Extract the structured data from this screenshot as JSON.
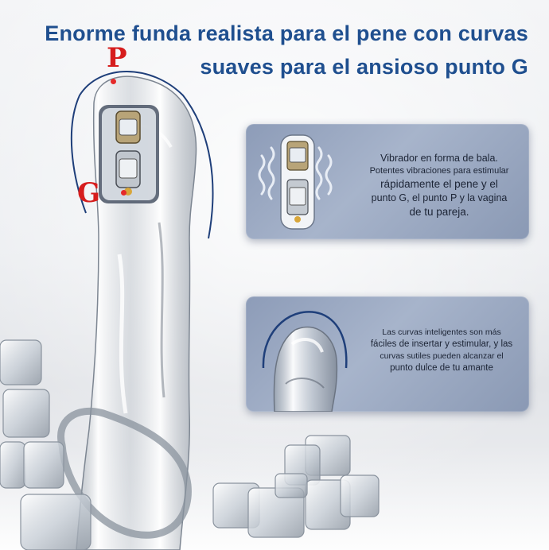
{
  "headline": {
    "line1": "Enorme funda realista para el pene con curvas",
    "line2": "suaves para el ansioso punto G"
  },
  "markers": {
    "p_label": "P",
    "g_label": "G"
  },
  "feature_cards": [
    {
      "lines": [
        "Vibrador en forma de bala.",
        "Potentes vibraciones para estimular",
        "rápidamente el pene y el",
        "punto G, el punto P y la vagina",
        "de tu pareja."
      ]
    },
    {
      "lines": [
        "Las curvas inteligentes son más",
        "fáciles de insertar y estimular, y las",
        "curvas sutiles pueden alcanzar el",
        "punto dulce de tu amante"
      ]
    }
  ],
  "colors": {
    "headline": "#1f4f8f",
    "marker_red": "#d61d1d",
    "card_blue": "#9aa8c2",
    "outline_navy": "#1f3f7a"
  },
  "icons": [
    "bullet-vibrator-icon",
    "vibration-wave-icon",
    "ice-cube-icon"
  ]
}
